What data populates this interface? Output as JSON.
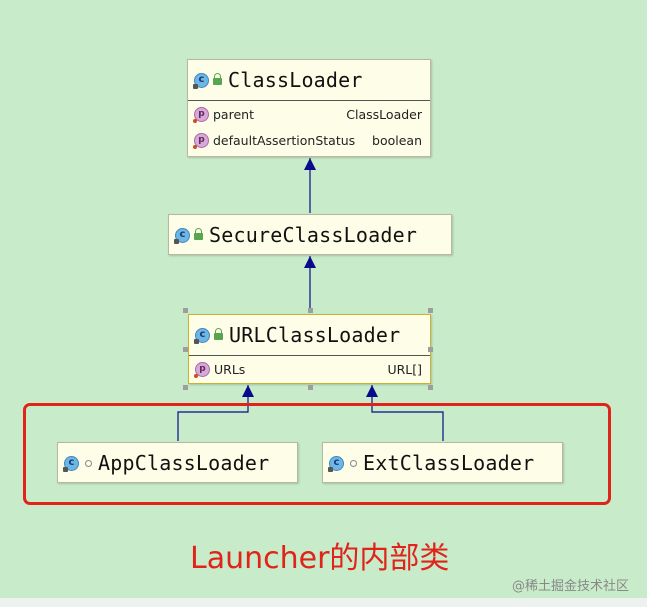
{
  "classes": {
    "classloader": {
      "name": "ClassLoader",
      "fields": [
        {
          "name": "parent",
          "type": "ClassLoader"
        },
        {
          "name": "defaultAssertionStatus",
          "type": "boolean"
        }
      ]
    },
    "secure": {
      "name": "SecureClassLoader"
    },
    "url": {
      "name": "URLClassLoader",
      "fields": [
        {
          "name": "URLs",
          "type": "URL[]"
        }
      ]
    },
    "app": {
      "name": "AppClassLoader"
    },
    "ext": {
      "name": "ExtClassLoader"
    }
  },
  "icons": {
    "class_icon_glyph": "c",
    "field_icon_glyph": "p"
  },
  "annotation": {
    "caption": "Launcher的内部类",
    "highlight_color": "#e0231b"
  },
  "watermark": "@稀土掘金技术社区",
  "colors": {
    "background": "#c8ecc9",
    "node_fill": "#fefee8",
    "edge": "#0a0a8c"
  }
}
